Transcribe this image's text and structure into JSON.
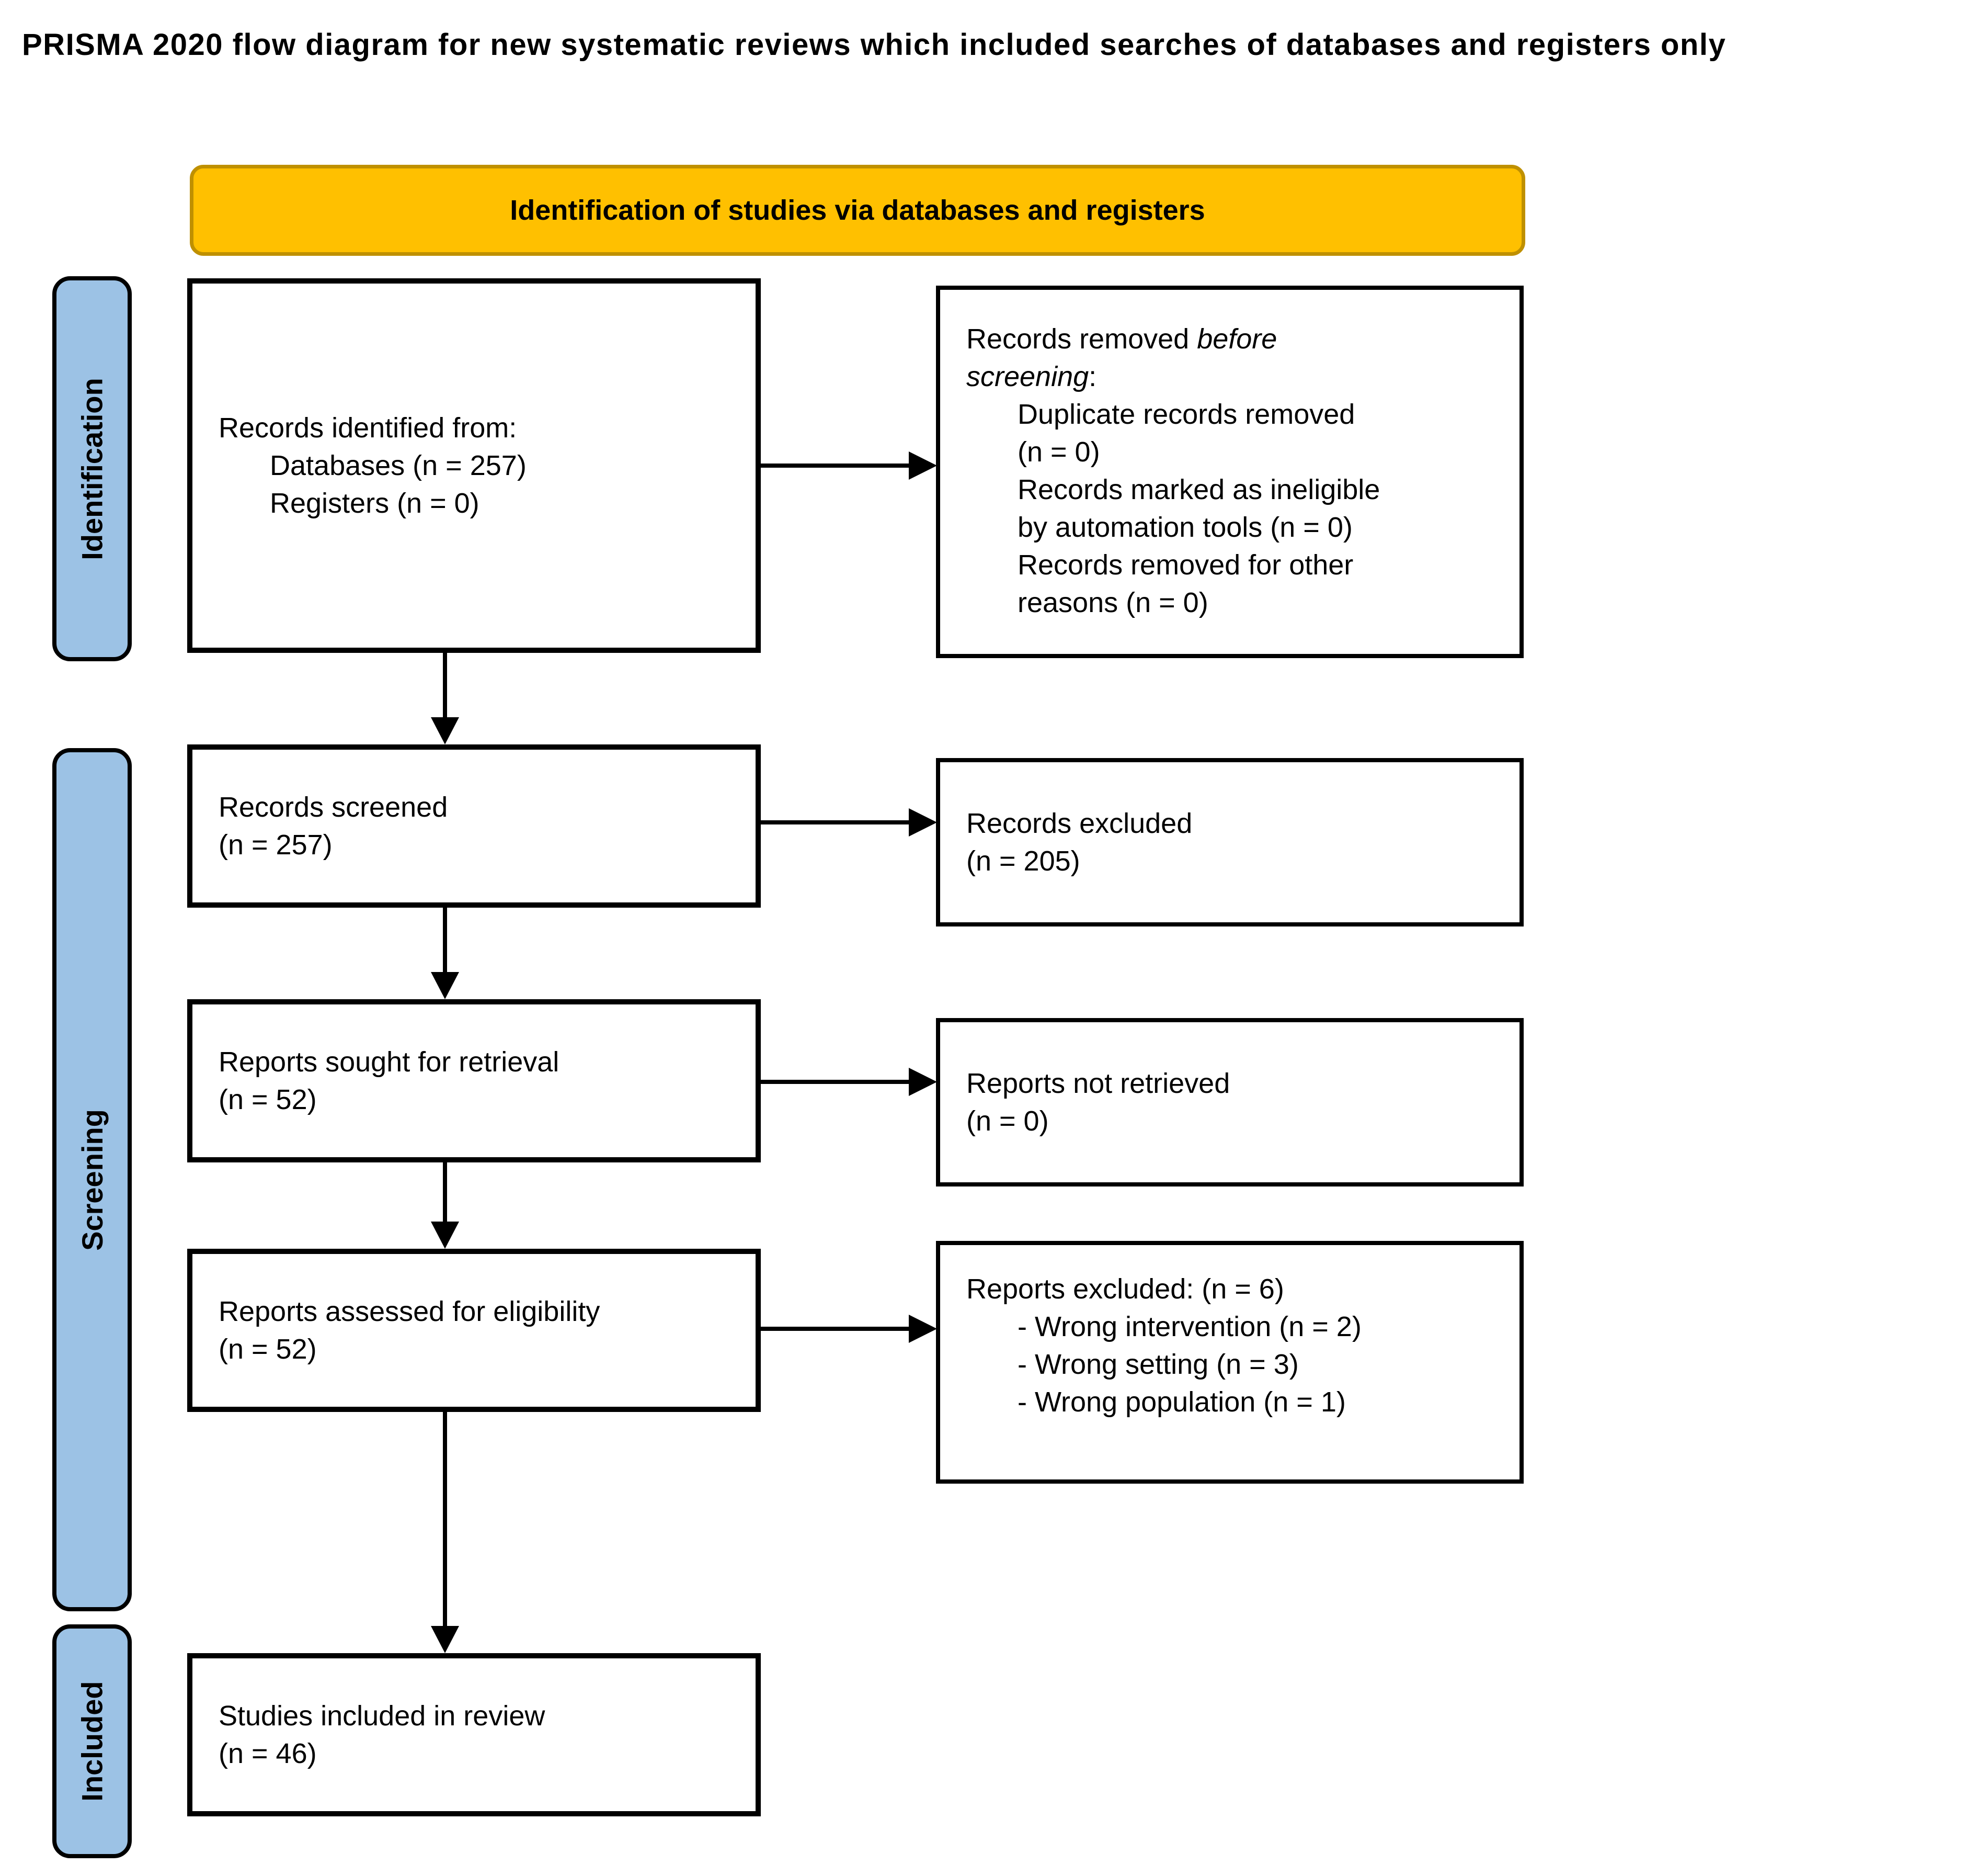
{
  "title": "PRISMA 2020 flow diagram for new systematic reviews which included searches of databases and registers only",
  "header": {
    "label": "Identification of studies via databases and registers"
  },
  "colors": {
    "header_fill": "#FFC000",
    "header_border": "#BF9000",
    "sidebar_fill": "#9CC2E5",
    "sidebar_border": "#000000",
    "box_border": "#000000",
    "text": "#000000",
    "background": "#FFFFFF"
  },
  "sidebars": {
    "identification": {
      "label": "Identification"
    },
    "screening": {
      "label": "Screening"
    },
    "included": {
      "label": "Included"
    }
  },
  "boxes": {
    "records_identified": {
      "lines": [
        {
          "text": "Records identified from:"
        },
        {
          "indent": 1,
          "text": "Databases (n = 257)"
        },
        {
          "indent": 1,
          "text": "Registers (n = 0)"
        }
      ]
    },
    "records_removed": {
      "lines": [
        {
          "segments": [
            {
              "text": "Records removed "
            },
            {
              "text": "before",
              "italic": true
            }
          ]
        },
        {
          "segments": [
            {
              "text": "screening",
              "italic": true
            },
            {
              "text": ":"
            }
          ]
        },
        {
          "indent": 1,
          "text": "Duplicate records removed"
        },
        {
          "indent": 1,
          "text": "(n = 0)"
        },
        {
          "indent": 1,
          "text": "Records marked as ineligible"
        },
        {
          "indent": 1,
          "text": "by automation tools (n = 0)"
        },
        {
          "indent": 1,
          "text": "Records removed for other"
        },
        {
          "indent": 1,
          "text": "reasons (n = 0)"
        }
      ]
    },
    "records_screened": {
      "lines": [
        {
          "text": "Records screened"
        },
        {
          "text": "(n = 257)"
        }
      ]
    },
    "records_excluded": {
      "lines": [
        {
          "text": "Records excluded"
        },
        {
          "text": "(n = 205)"
        }
      ]
    },
    "reports_sought": {
      "lines": [
        {
          "text": "Reports sought for retrieval"
        },
        {
          "text": "(n = 52)"
        }
      ]
    },
    "reports_not_retrieved": {
      "lines": [
        {
          "text": "Reports not retrieved"
        },
        {
          "text": "(n = 0)"
        }
      ]
    },
    "reports_assessed": {
      "lines": [
        {
          "text": "Reports assessed for eligibility"
        },
        {
          "text": "(n = 52)"
        }
      ]
    },
    "reports_excluded": {
      "lines": [
        {
          "text": "Reports excluded: (n = 6)"
        },
        {
          "indent": 1,
          "text": "- Wrong intervention (n = 2)"
        },
        {
          "indent": 1,
          "text": "- Wrong setting (n = 3)"
        },
        {
          "indent": 1,
          "text": "- Wrong population (n = 1)"
        }
      ]
    },
    "studies_included": {
      "lines": [
        {
          "text": "Studies included in review"
        },
        {
          "text": "(n = 46)"
        }
      ]
    }
  }
}
